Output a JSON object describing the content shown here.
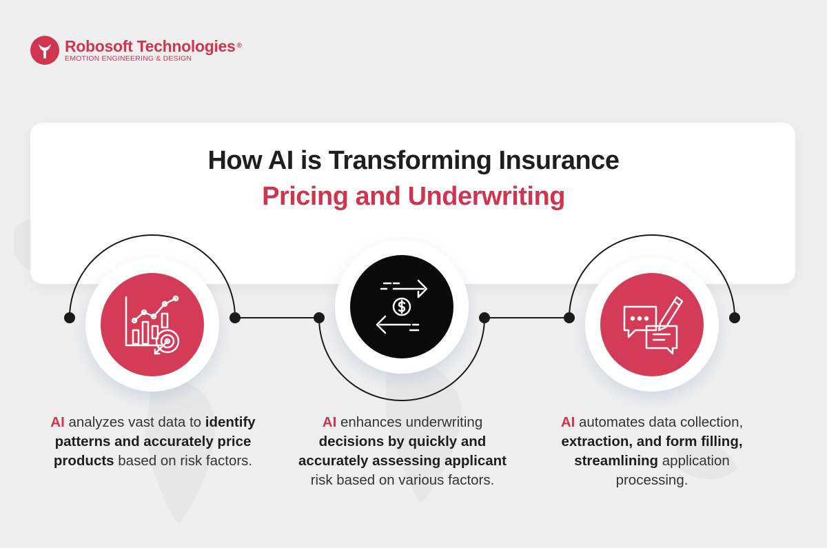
{
  "brand": {
    "name": "Robosoft Technologies",
    "registered": "®",
    "tagline": "EMOTION ENGINEERING & DESIGN"
  },
  "title": {
    "line1": "How AI is Transforming Insurance",
    "line2": "Pricing and Underwriting"
  },
  "colors": {
    "accent": "#d0354f",
    "dark": "#1e1e1e",
    "background": "#efefef"
  },
  "steps": [
    {
      "icon": "analytics-chart-target-icon",
      "ai": "AI",
      "p1": " analyzes vast data to ",
      "b1": "identify patterns and accurately price products",
      "p2": " based on risk factors."
    },
    {
      "icon": "currency-exchange-arrows-icon",
      "ai": "AI",
      "p1": " enhances underwriting ",
      "b1": "decisions by quickly and accurately assessing applicant",
      "p2": " risk based on various factors."
    },
    {
      "icon": "chat-document-pen-icon",
      "ai": "AI",
      "p1": " automates data collection, ",
      "b1": "extraction, and form filling, streamlining",
      "p2": " application processing."
    }
  ]
}
